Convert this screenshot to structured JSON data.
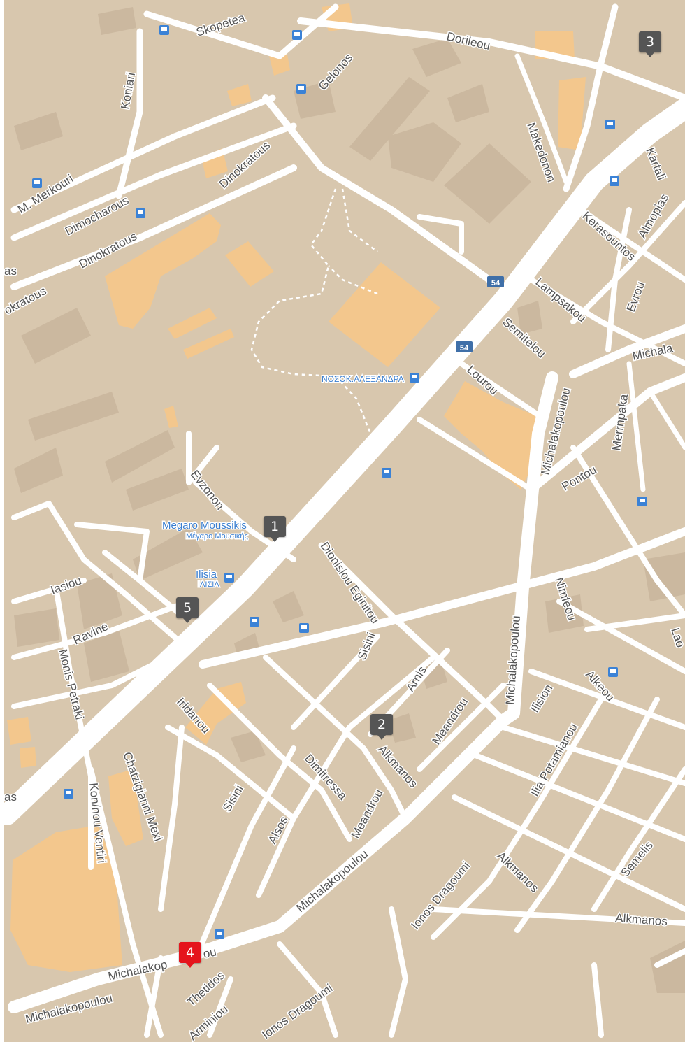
{
  "map": {
    "colors": {
      "land": "#d8c7ae",
      "road": "#ffffff",
      "building": "#f3c78d",
      "block": "#cbb89f",
      "bus_icon": "#3b82d6",
      "marker": "#555555",
      "marker_active": "#e5141c"
    },
    "streets": {
      "skopetea": "Skopetea",
      "dorileou": "Dorileou",
      "koniari": "Koniari",
      "gelonos": "Gelonos",
      "makedonon": "Makedonon",
      "kartali": "Kartali",
      "m_merkouri": "M. Merkouri",
      "dimocharous": "Dimocharous",
      "dinokratous_upper": "Dinokratous",
      "dinokratous_lower": "Dinokratous",
      "dinokratous_left": "okratous",
      "kerasountos": "Kerasountos",
      "almopias": "Almopias",
      "lampsakou": "Lampsakou",
      "evrou": "Evrou",
      "semitelou": "Semitelou",
      "michala_right": "Michala",
      "lourou": "Lourou",
      "michalakopoulou_mid": "Michalakopoulou",
      "merrnpaka": "Merrnpaka",
      "pontou": "Pontou",
      "evzonon": "Evzonon",
      "ninfeou": "Nimfeou",
      "iasiou": "Iasiou",
      "dionisiou_eginitou": "Dionisiou Eginitou",
      "ravine": "Ravine",
      "monis_petraki": "Monis Petraki",
      "sisini_upper": "Sisini",
      "arnis": "Arnis",
      "michalakopoulou_vertical": "Michalakopoulou",
      "ilision": "Ilision",
      "alkeou": "Alkeou",
      "iridanou": "Iridanou",
      "meandrou_upper": "Meandrou",
      "alkmanos_upper": "Alkmanos",
      "ilia_potamianou": "Ilia Potamianou",
      "chatzigianni_mexi": "Chatzigianni Mexi",
      "dimitressa": "Dimitressa",
      "sisini_lower": "Sisini",
      "alsos": "Alsos",
      "meandrou_lower": "Meandrou",
      "konnou_ventiri": "Kon/nou Ventiri",
      "michalakopoulou_lower": "Michalakopoulou",
      "ionos_dragoumi_upper": "Ionos Dragoumi",
      "alkmanos_lower": "Alkmanos",
      "semelis": "Semelis",
      "alkmanos_right": "Alkmanos",
      "michalakopoulou_bottom1": "Michalakop",
      "michalakopoulou_bottom1_end": "ou",
      "michalakopoulou_bottom2": "Michalakopoulou",
      "thetidos": "Thetidos",
      "arminiou": "Arminiou",
      "ionos_dragoumi_lower": "Ionos Dragoumi",
      "as_left": "as",
      "as_left2": "as",
      "laou_right": "Lao"
    },
    "route_badges": [
      "54",
      "54"
    ],
    "pois": {
      "hospital": "ΝΟΣΟΚ.ΑΛΕΞΑΝΔΡΑ",
      "megaro_en": "Megaro Moussikis",
      "megaro_el": "Μέγαρο Μουσικής",
      "ilisia_en": "Ilisia",
      "ilisia_el": "ΙΛΙΣΙΑ"
    },
    "markers": [
      {
        "label": "1",
        "active": false
      },
      {
        "label": "2",
        "active": false
      },
      {
        "label": "3",
        "active": false
      },
      {
        "label": "4",
        "active": true
      },
      {
        "label": "5",
        "active": false
      }
    ],
    "bus_stop_count": 16
  }
}
